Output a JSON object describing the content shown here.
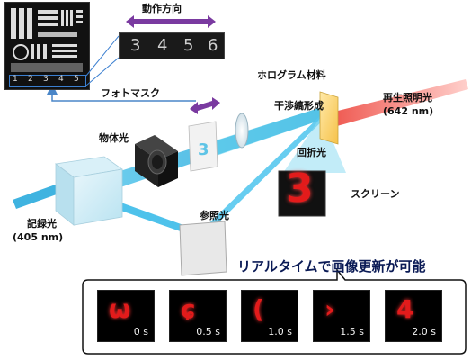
{
  "labels": {
    "motion_direction": "動作方向",
    "photomask": "フォトマスク",
    "hologram_material": "ホログラム材料",
    "interference_fringe": "干渉縞形成",
    "reconstruction_light_1": "再生照明光",
    "reconstruction_light_2": "(642 nm)",
    "object_light": "物体光",
    "diffracted_light": "回折光",
    "reference_light": "参照光",
    "screen": "スクリーン",
    "recording_light_1": "記録光",
    "recording_light_2": "(405 nm)",
    "caption": "リアルタイムで画像更新が可能"
  },
  "mask_strip": [
    "3",
    "4",
    "5",
    "6"
  ],
  "mask_numbers": [
    "1",
    "2",
    "3",
    "4",
    "5"
  ],
  "screen_glyph": "3",
  "frames": [
    {
      "glyph": "ω",
      "time": "0 s"
    },
    {
      "glyph": "ɕ",
      "time": "0.5 s"
    },
    {
      "glyph": "(",
      "time": "1.0 s"
    },
    {
      "glyph": "›",
      "time": "1.5 s"
    },
    {
      "glyph": "4",
      "time": "2.0 s"
    }
  ],
  "colors": {
    "blue_beam": "#2fb7e8",
    "red_beam": "#f0605a",
    "arrow_purple": "#7a3aa0",
    "frame_red": "#e31b1b"
  }
}
